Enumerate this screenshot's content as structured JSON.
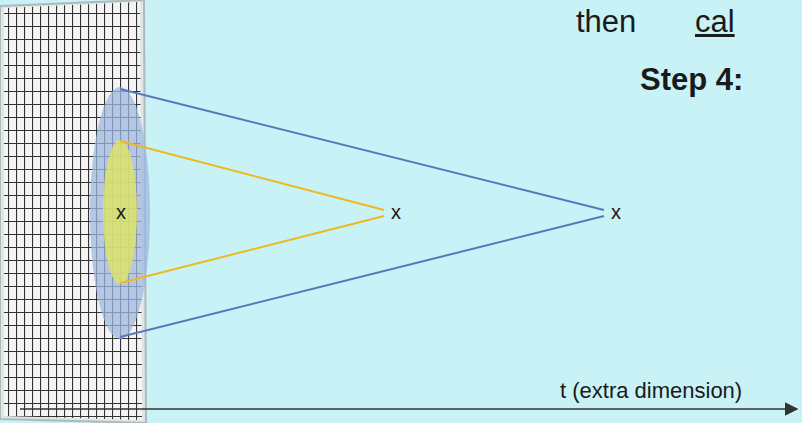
{
  "diagram": {
    "labels": [
      "then",
      "cal",
      "Step 4:",
      "x",
      "x",
      "x",
      "t (extra dimension)"
    ]
  }
}
